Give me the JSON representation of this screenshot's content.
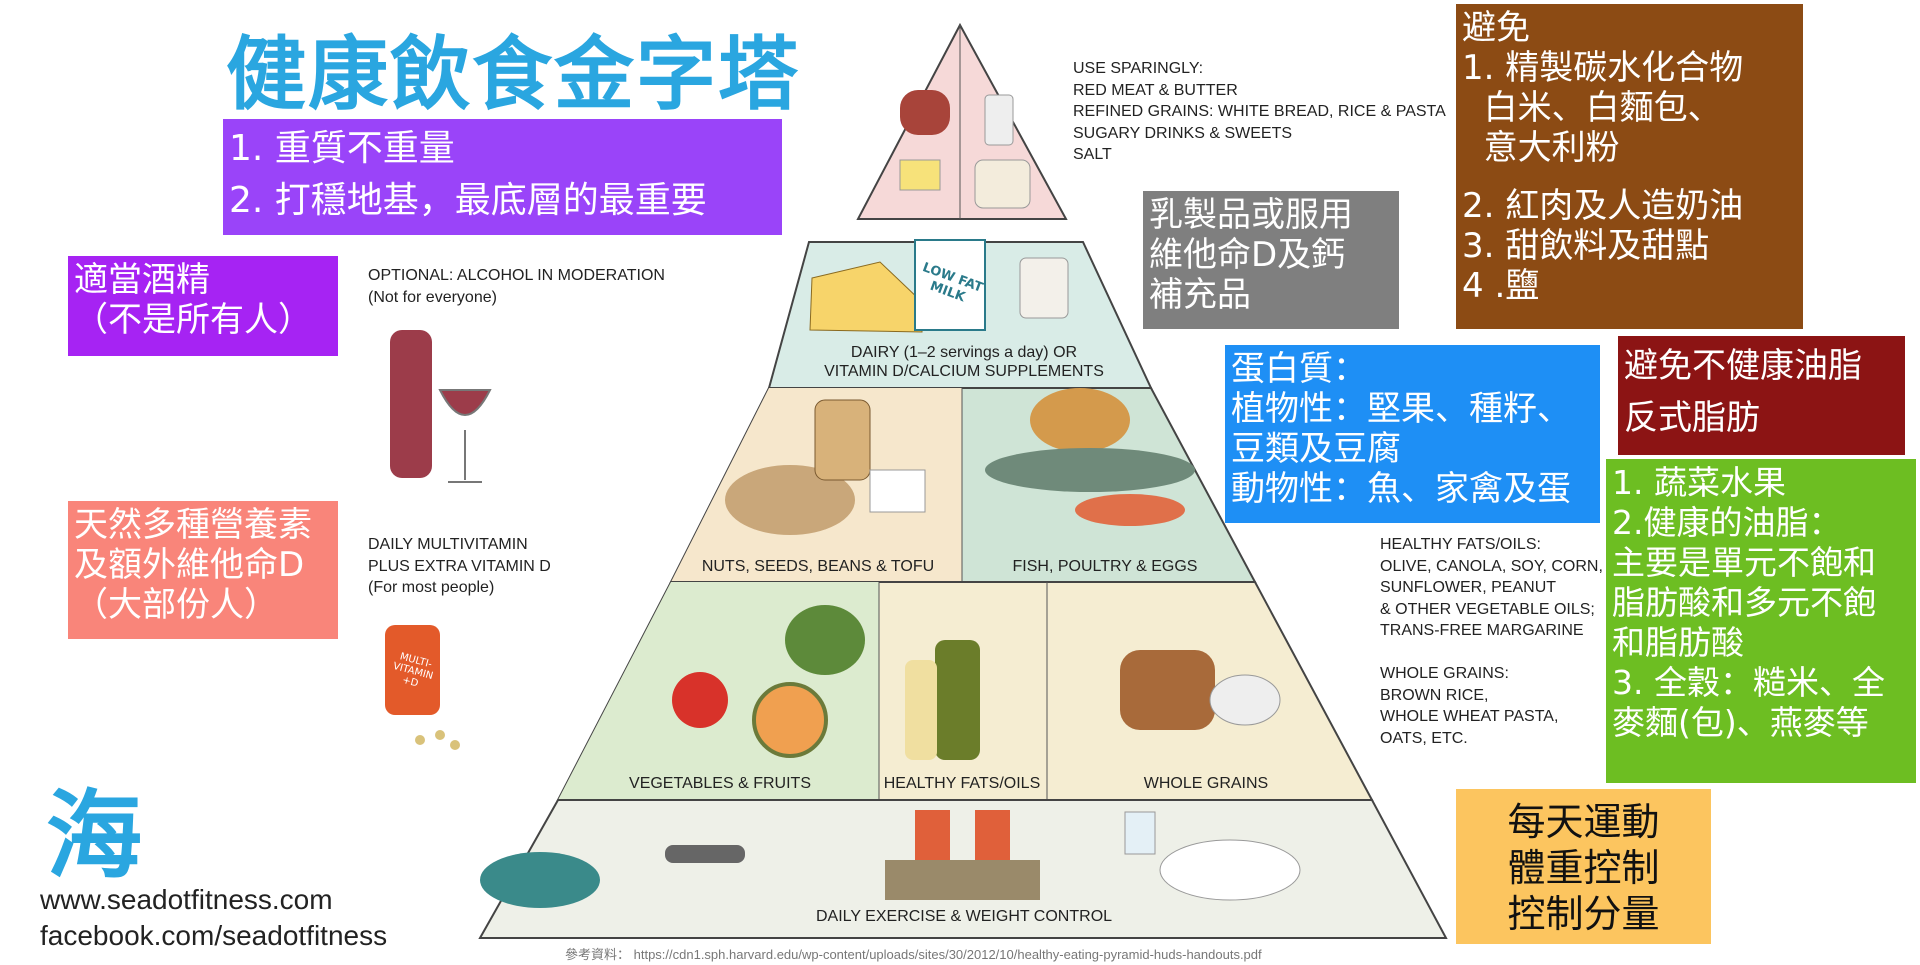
{
  "title": "健康飲食金字塔",
  "principles": [
    "1. 重質不重量",
    "2. 打穩地基，最底層的最重要"
  ],
  "alcohol_box": [
    "適當酒精",
    "（不是所有人）"
  ],
  "vitamin_box": [
    "天然多種營養素",
    "及額外維他命D",
    "（大部份人）"
  ],
  "dairy_box": [
    "乳製品或服用",
    "維他命D及鈣",
    "補充品"
  ],
  "avoid_box": [
    "避免",
    "1. 精製碳水化合物",
    "  白米、白麵包、",
    "  意大利粉",
    "2. 紅肉及人造奶油",
    "3. 甜飲料及甜點",
    "4 .鹽"
  ],
  "protein_box": [
    "蛋白質：",
    "植物性：堅果、種籽、",
    "豆類及豆腐",
    "動物性：魚、家禽及蛋"
  ],
  "unhealthy_fat_box": [
    "避免不健康油脂",
    "反式脂肪"
  ],
  "base_box": [
    "1. 蔬菜水果",
    "2.健康的油脂：",
    "主要是單元不飽和",
    "脂肪酸和多元不飽",
    "和脂肪酸",
    "3. 全穀：糙米、全",
    "麥麵(包)、燕麥等"
  ],
  "exercise_box": [
    "每天運動",
    "體重控制",
    "控制分量"
  ],
  "use_sparingly": [
    "USE SPARINGLY:",
    "RED MEAT & BUTTER",
    "REFINED GRAINS: WHITE BREAD, RICE & PASTA",
    "SUGARY DRINKS & SWEETS",
    "SALT"
  ],
  "alcohol_note": [
    "OPTIONAL: ALCOHOL IN MODERATION",
    "(Not for everyone)"
  ],
  "multivitamin_note": [
    "DAILY MULTIVITAMIN",
    "PLUS EXTRA VITAMIN D",
    "(For most people)"
  ],
  "fats_note": [
    "HEALTHY FATS/OILS:",
    "OLIVE, CANOLA, SOY, CORN,",
    "SUNFLOWER, PEANUT",
    "& OTHER VEGETABLE OILS;",
    "TRANS-FREE MARGARINE"
  ],
  "grains_note": [
    "WHOLE GRAINS:",
    "BROWN RICE,",
    "WHOLE WHEAT PASTA,",
    "OATS, ETC."
  ],
  "tiers": {
    "dairy": [
      "DAIRY (1–2 servings a day) OR",
      "VITAMIN D/CALCIUM SUPPLEMENTS"
    ],
    "milk_carton": "LOW FAT MILK",
    "nuts": "NUTS, SEEDS, BEANS & TOFU",
    "fish": "FISH, POULTRY & EGGS",
    "veg": "VEGETABLES & FRUITS",
    "fats": "HEALTHY FATS/OILS",
    "grains": "WHOLE GRAINS",
    "exercise": "DAILY EXERCISE & WEIGHT CONTROL",
    "vitamin_bottle": "MULTI-VITAMIN +D"
  },
  "logo": "海",
  "website": "www.seadotfitness.com",
  "facebook": "facebook.com/seadotfitness",
  "reference": "參考資料： https://cdn1.sph.harvard.edu/wp-content/uploads/sites/30/2012/10/healthy-eating-pyramid-huds-handouts.pdf",
  "colors": {
    "title": "#2aa6e0",
    "principles": "#9a44f9",
    "alcohol": "#a623f3",
    "vitamin": "#f9857a",
    "dairy": "#7f7f7f",
    "avoid": "#8c4b14",
    "protein": "#1e8ff5",
    "unhealthy": "#8c1414",
    "base": "#6dbe22",
    "exercise": "#fcc55f"
  }
}
